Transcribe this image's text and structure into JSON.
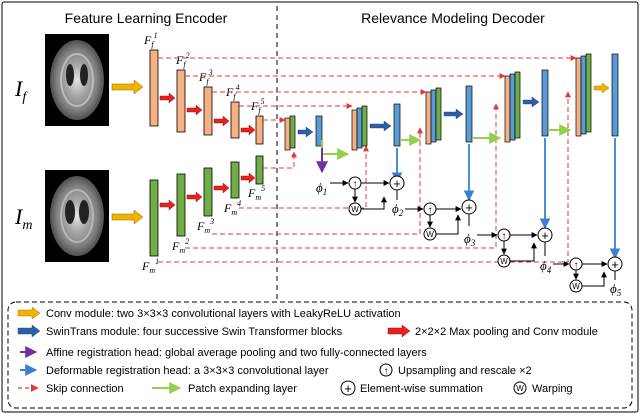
{
  "titles": {
    "encoder": "Feature Learning Encoder",
    "decoder": "Relevance Modeling Decoder"
  },
  "inputs": {
    "fixed": {
      "letter": "I",
      "sub": "f"
    },
    "moving": {
      "letter": "I",
      "sub": "m"
    }
  },
  "encoder_fixed_labels": [
    {
      "letter": "F",
      "sub": "f",
      "sup": "1"
    },
    {
      "letter": "F",
      "sub": "f",
      "sup": "2"
    },
    {
      "letter": "F",
      "sub": "f",
      "sup": "3"
    },
    {
      "letter": "F",
      "sub": "f",
      "sup": "4"
    },
    {
      "letter": "F",
      "sub": "f",
      "sup": "5"
    }
  ],
  "encoder_moving_labels": [
    {
      "letter": "F",
      "sub": "m",
      "sup": "1"
    },
    {
      "letter": "F",
      "sub": "m",
      "sup": "2"
    },
    {
      "letter": "F",
      "sub": "m",
      "sup": "3"
    },
    {
      "letter": "F",
      "sub": "m",
      "sup": "4"
    },
    {
      "letter": "F",
      "sub": "m",
      "sup": "5"
    }
  ],
  "phi_labels": [
    {
      "letter": "ϕ",
      "sub": "1"
    },
    {
      "letter": "ϕ",
      "sub": "2"
    },
    {
      "letter": "ϕ",
      "sub": "3"
    },
    {
      "letter": "ϕ",
      "sub": "4"
    },
    {
      "letter": "ϕ",
      "sub": "5"
    }
  ],
  "ops": {
    "upsample": "↑",
    "sum": "+",
    "warp": "W"
  },
  "legend": {
    "conv": "Conv module: two 3×3×3 convolutional layers with LeakyReLU activation",
    "swin": "SwinTrans module: four successive Swin Transformer blocks",
    "pool": "2×2×2 Max pooling and Conv module",
    "affine": "Affine registration head: global average pooling and two fully-connected layers",
    "deform": "Deformable registration head: a 3×3×3 convolutional layer",
    "upsample": "Upsampling and rescale ×2",
    "skip": "Skip connection",
    "patch": "Patch expanding layer",
    "sum": "Element-wise summation",
    "warp": "Warping"
  },
  "colors": {
    "conv_arrow": "#f0b400",
    "swin_arrow": "#2e5fa8",
    "pool_arrow": "#e8201e",
    "affine_arrow": "#7030a0",
    "deform_arrow": "#3a7fd0",
    "skip": "#e53935",
    "patch": "#92d050",
    "fixed_block": "#f5b183",
    "moving_block": "#70ad47",
    "swin_block": "#5b9bd5"
  }
}
